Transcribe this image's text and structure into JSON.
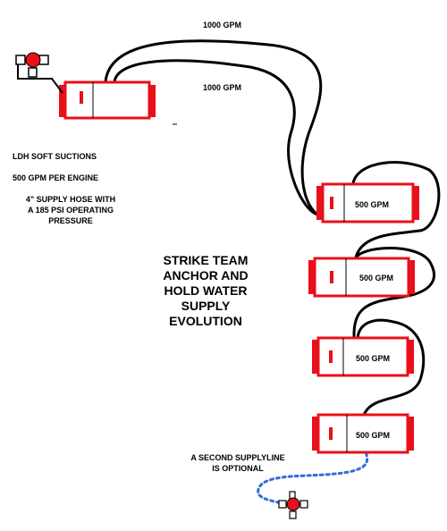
{
  "flow_labels": {
    "top_line": "1000 GPM",
    "second_line": "1000 GPM"
  },
  "notes": {
    "suction": "LDH SOFT SUCTIONS",
    "per_engine": "500 GPM PER ENGINE",
    "hose_line1": "4\" SUPPLY HOSE WITH",
    "hose_line2": "A 185 PSI OPERATING",
    "hose_line3": "PRESSURE"
  },
  "title": {
    "line1": "STRIKE TEAM",
    "line2": "ANCHOR AND",
    "line3": "HOLD WATER",
    "line4": "SUPPLY",
    "line5": "EVOLUTION"
  },
  "engines": [
    {
      "label": ""
    },
    {
      "label": "500 GPM"
    },
    {
      "label": "500 GPM"
    },
    {
      "label": "500 GPM"
    },
    {
      "label": "500 GPM"
    }
  ],
  "second_supply": {
    "line1": "A SECOND SUPPLYLINE",
    "line2": "IS OPTIONAL"
  },
  "colors": {
    "engine_red": "#e8101a",
    "hose": "#000000",
    "optional_hose": "#2f6fd6",
    "hydrant_red": "#e8101a"
  }
}
